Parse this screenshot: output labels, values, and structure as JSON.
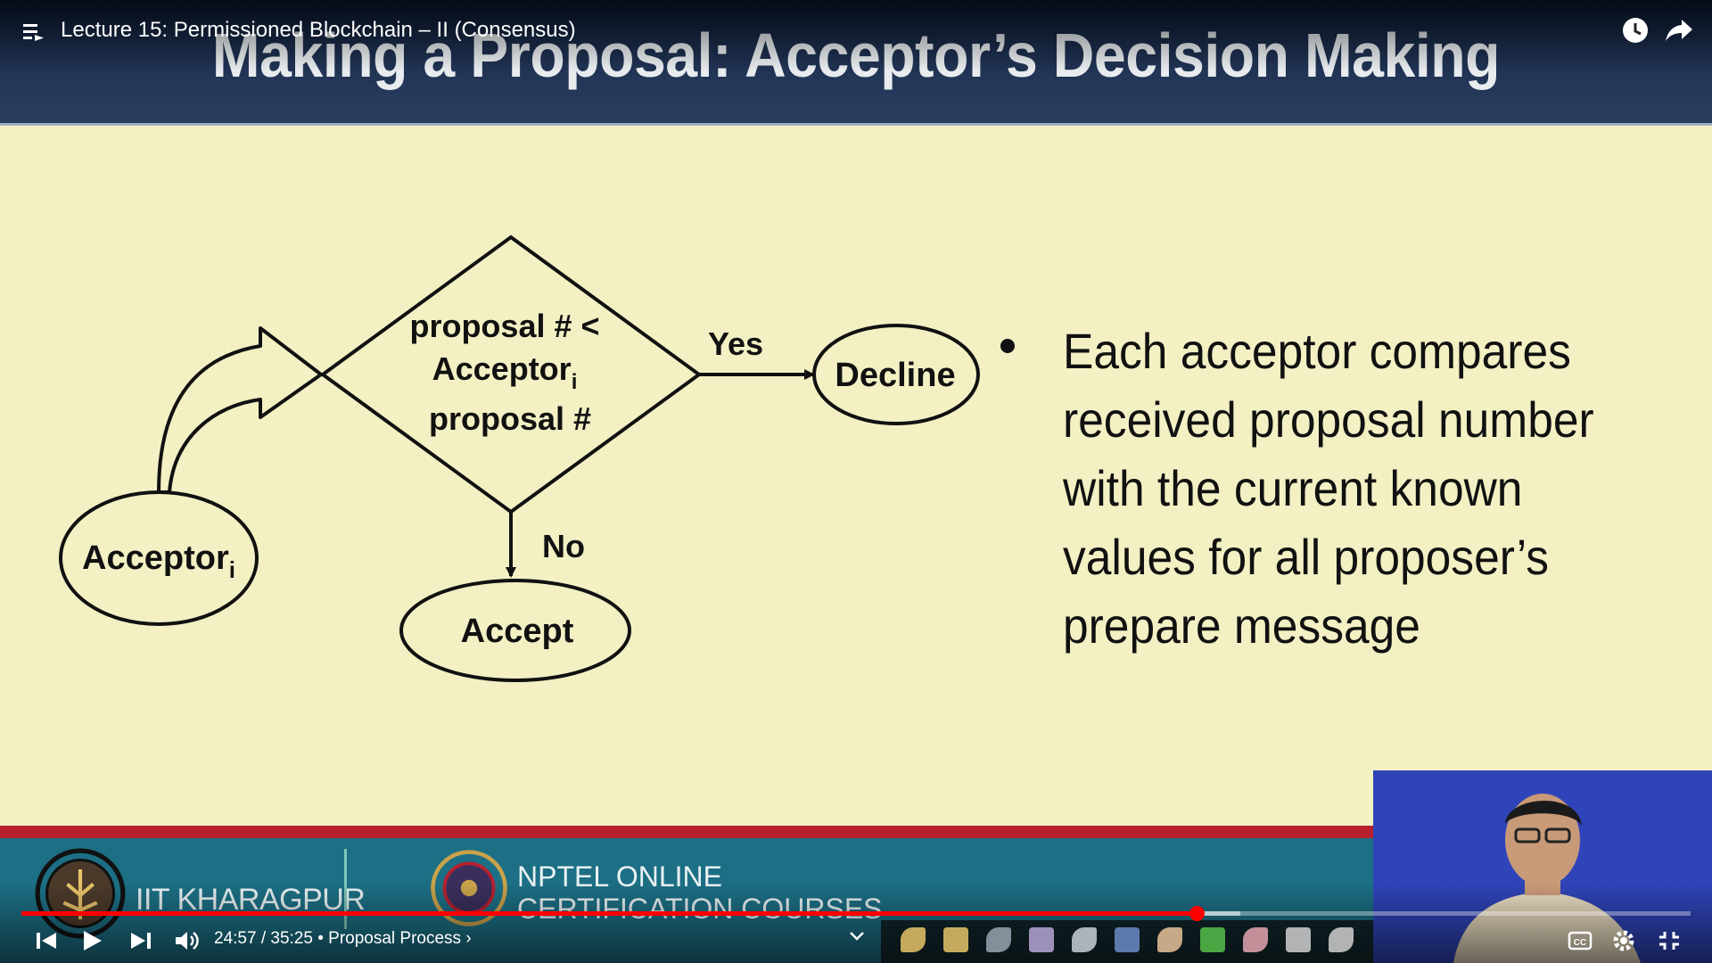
{
  "player": {
    "video_title": "Lecture 15: Permissioned Blockchain – II (Consensus)",
    "time_current": "24:57",
    "time_total": "35:25",
    "time_display": "24:57 / 35:25",
    "chapter": "• Proposal Process ›",
    "progress_fraction": 0.704,
    "buffered_fraction": 0.73,
    "icons": [
      "playlist-icon",
      "watch-later-icon",
      "share-icon",
      "previous-icon",
      "play-icon",
      "next-icon",
      "volume-icon",
      "captions-icon",
      "settings-icon",
      "exit-fullscreen-icon",
      "expand-chevron-icon"
    ]
  },
  "slide": {
    "title": "Making a Proposal: Acceptor’s Decision Making",
    "flowchart": {
      "start_node": "Acceptor",
      "start_node_sub": "i",
      "decision_line1": "proposal # <",
      "decision_line2": "Acceptor",
      "decision_line2_sub": "i",
      "decision_line3": "proposal #",
      "yes_label": "Yes",
      "no_label": "No",
      "yes_node": "Decline",
      "no_node": "Accept"
    },
    "bullet_lines": [
      "Each acceptor compares",
      "received proposal number",
      "with the current known",
      "values for all proposer’s",
      "prepare message"
    ]
  },
  "footer": {
    "iit_label": "IIT KHARAGPUR",
    "nptel_line1": "NPTEL ONLINE",
    "nptel_line2": "CERTIFICATION COURSES"
  },
  "colors": {
    "slide_bg": "#f3f0c4",
    "header_bg": "#223556",
    "band_bg": "#1c6f84",
    "accent_red": "#b8202e",
    "progress_red": "#ff0000"
  }
}
